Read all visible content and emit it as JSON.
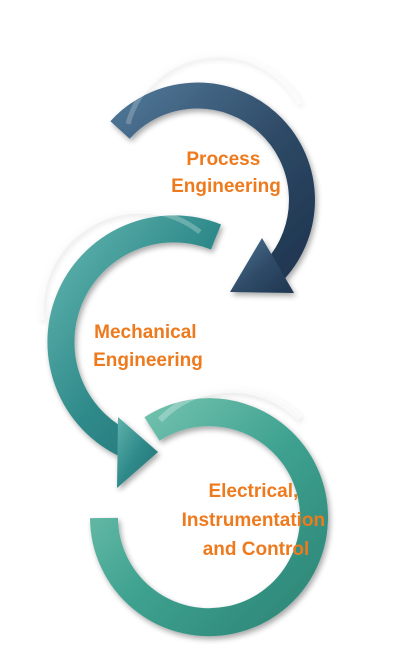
{
  "colors": {
    "arrow_top": "#2e4a66",
    "arrow_middle": "#2f8a8a",
    "arrow_bottom": "#3fa290",
    "label_text": "#ee7a1e"
  },
  "steps": [
    {
      "line1": "Process",
      "line2": "Engineering"
    },
    {
      "line1": "Mechanical",
      "line2": "Engineering"
    },
    {
      "line1": "Electrical,",
      "line2": "Instrumentation",
      "line3": "and Control"
    }
  ]
}
